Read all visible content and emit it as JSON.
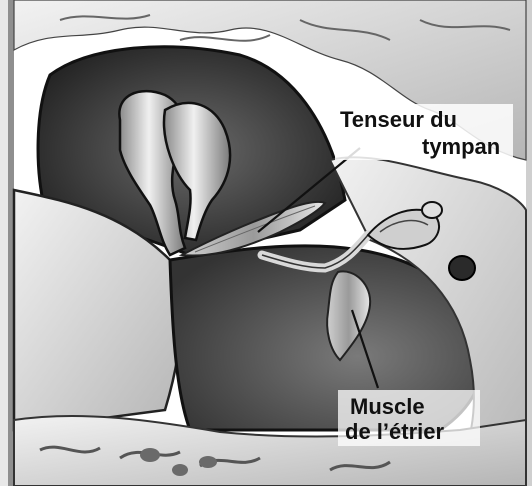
{
  "labels": {
    "tensor_line1": "Tenseur du",
    "tensor_line2": "tympan",
    "stapedius_line1": "Muscle",
    "stapedius_line2": "de l’étrier"
  },
  "colors": {
    "background": "#ffffff",
    "cavity_dark": "#2f2f2f",
    "cavity_mid": "#5a5a5a",
    "bone_light": "#d6d6d6",
    "structure_light": "#bdbdbd",
    "outline": "#111111",
    "text": "#111111"
  }
}
